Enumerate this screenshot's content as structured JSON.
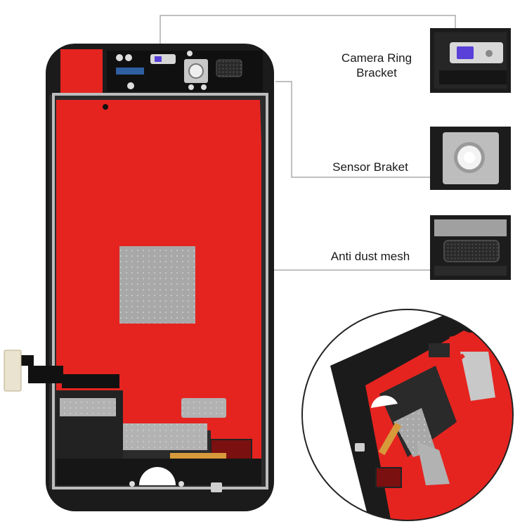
{
  "callouts": [
    {
      "id": "camera-ring-bracket",
      "label_line1": "Camera Ring",
      "label_line2": "Bracket",
      "thumb_icon": "camera-ring-bracket-icon"
    },
    {
      "id": "sensor-bracket",
      "label": "Sensor Braket",
      "thumb_icon": "sensor-bracket-icon"
    },
    {
      "id": "anti-dust-mesh",
      "label": "Anti dust mesh",
      "thumb_icon": "dust-mesh-icon"
    }
  ],
  "colors": {
    "frame": "#1b1b1b",
    "panel_red": "#e52420",
    "shield_gray": "#a8a8a8",
    "leader_line": "#9a9a9a",
    "flex_gold": "#d79a3b"
  }
}
